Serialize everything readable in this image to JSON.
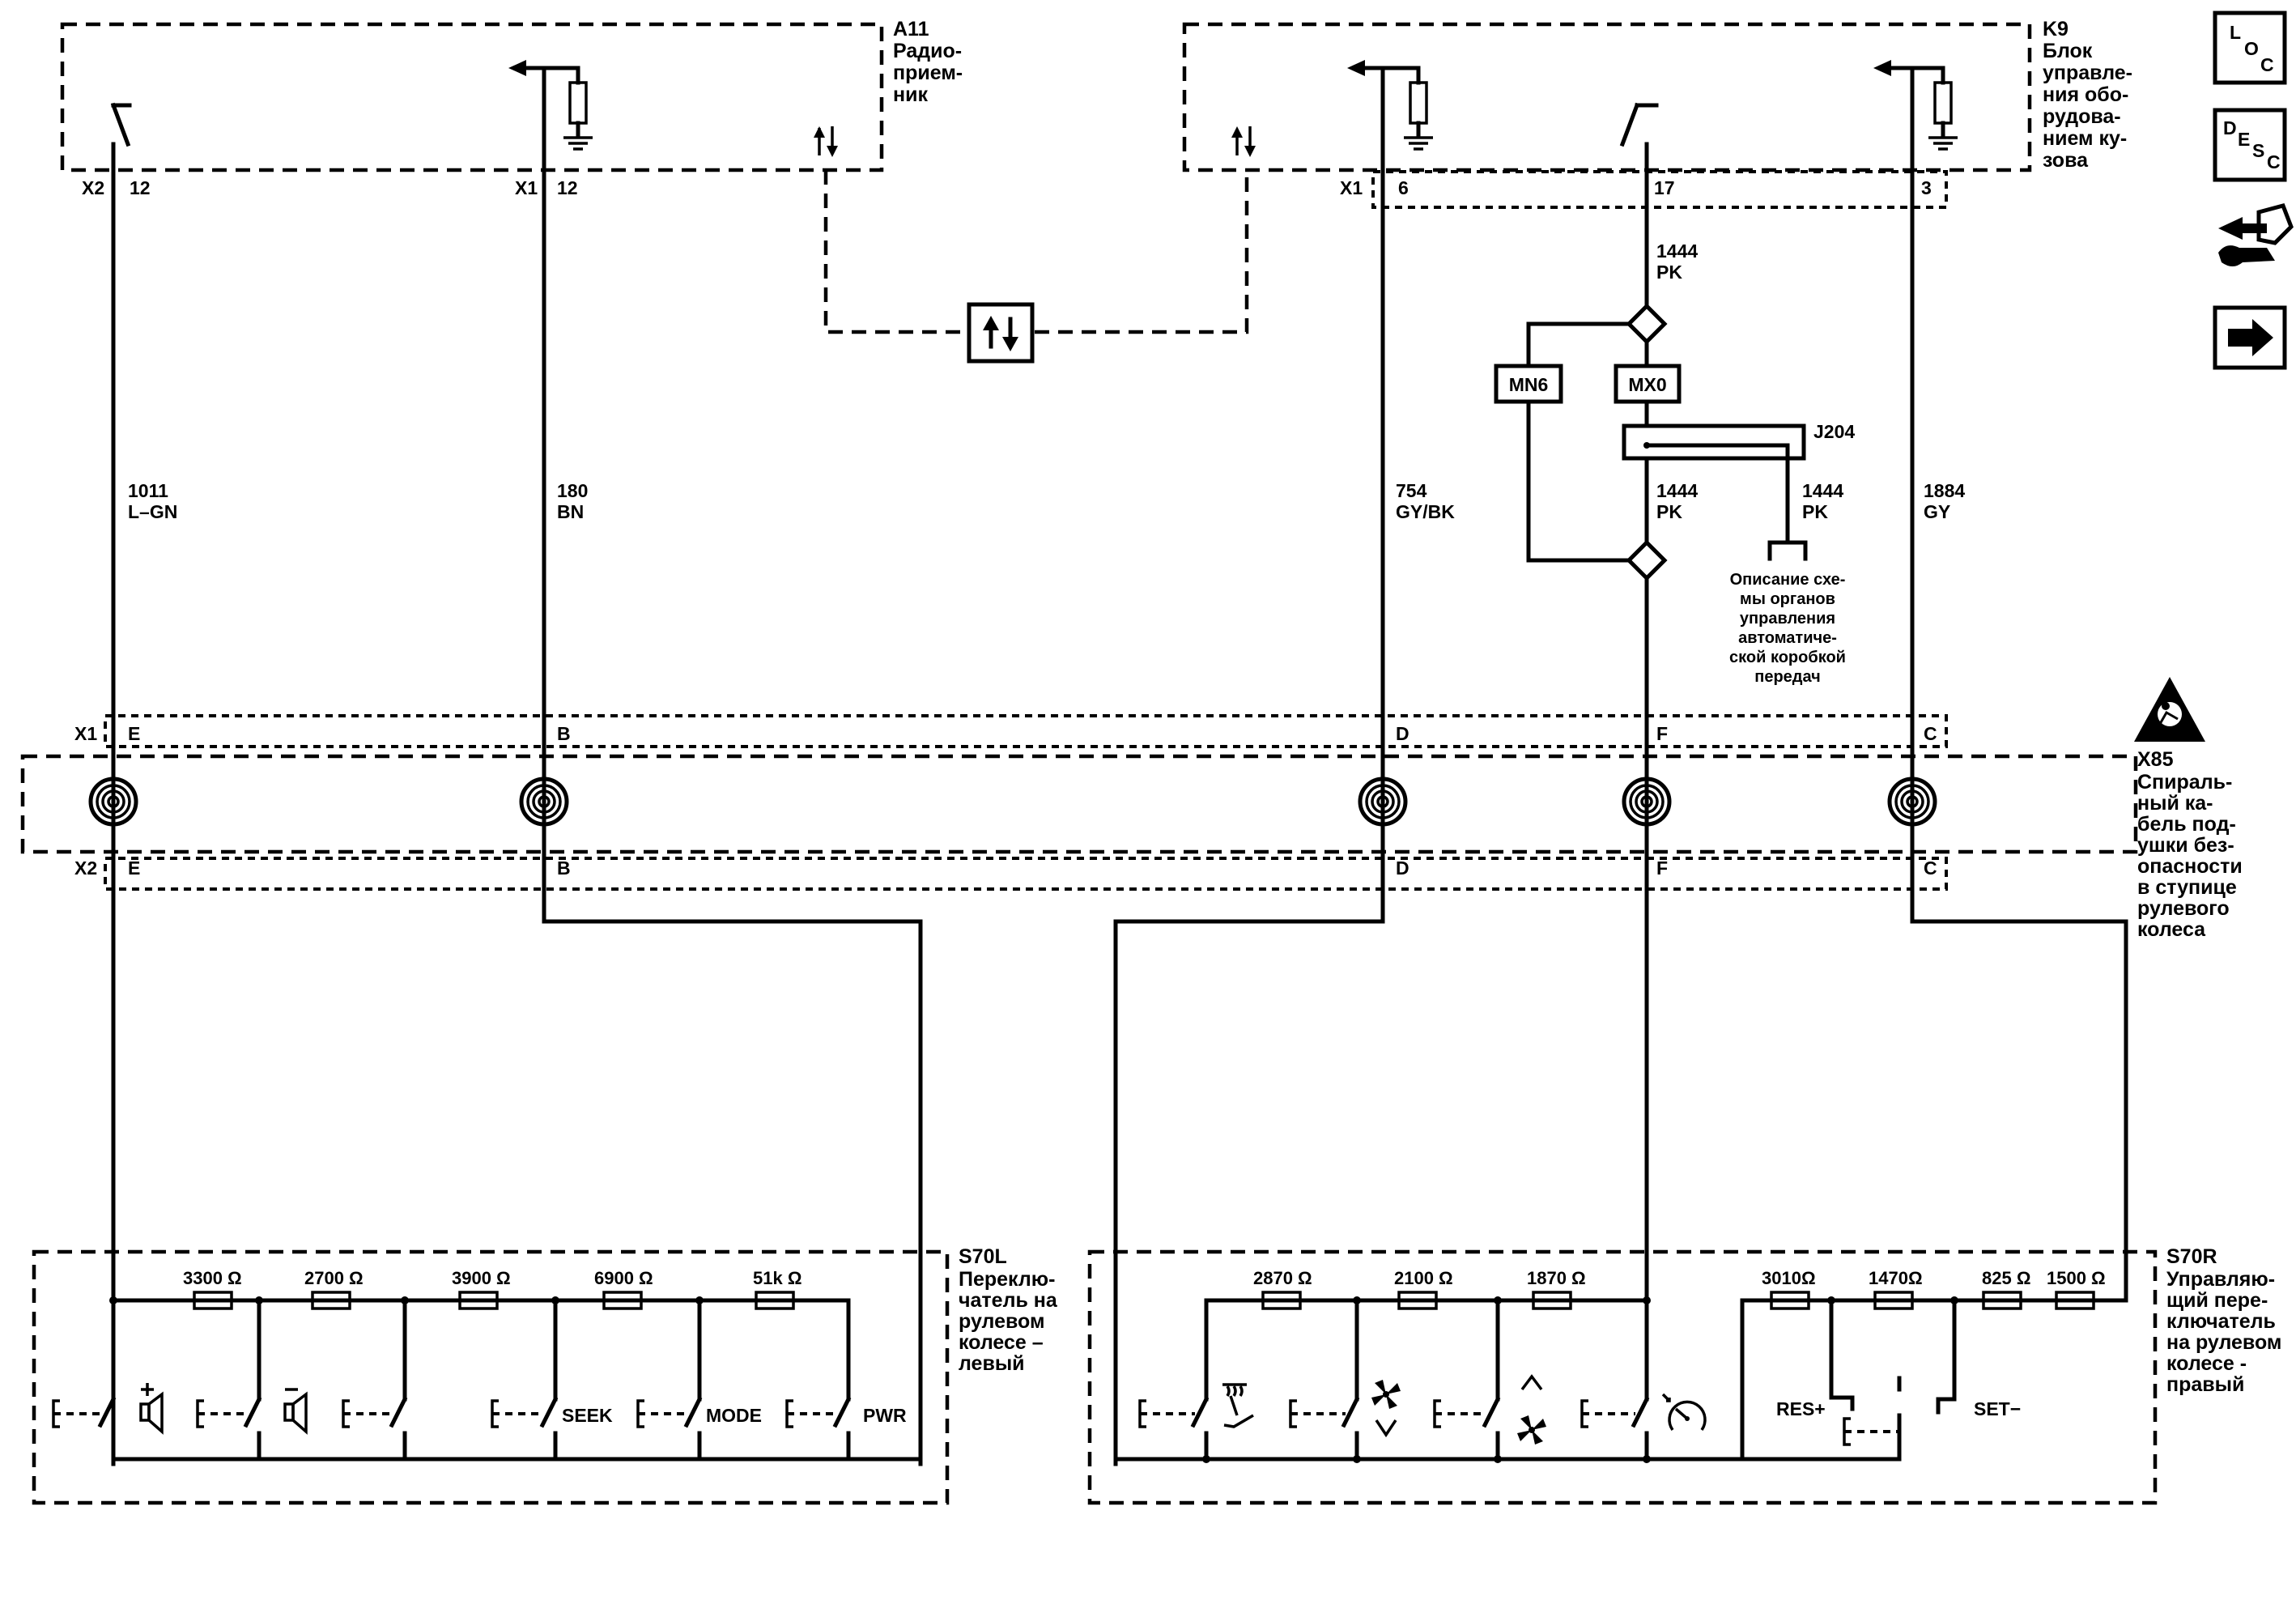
{
  "modules": {
    "a11": {
      "id": "A11",
      "name_lines": [
        "Радио-",
        "прием-",
        "ник"
      ],
      "pin_left_conn": "X2",
      "pin_left_num": "12",
      "pin_mid_conn": "X1",
      "pin_mid_num": "12"
    },
    "k9": {
      "id": "K9",
      "name_lines": [
        "Блок",
        "управле-",
        "ния обо-",
        "рудова-",
        "нием ку-",
        "зова"
      ],
      "conn": "X1",
      "pins": [
        "6",
        "17",
        "3"
      ]
    }
  },
  "wires": {
    "w1011": {
      "circuit": "1011",
      "color": "L–GN"
    },
    "w180": {
      "circuit": "180",
      "color": "BN"
    },
    "w754": {
      "circuit": "754",
      "color": "GY/BK"
    },
    "w1444_top": {
      "circuit": "1444",
      "color": "PK"
    },
    "w1444_mid": {
      "circuit": "1444",
      "color": "PK"
    },
    "w1444_side": {
      "circuit": "1444",
      "color": "PK"
    },
    "w1884": {
      "circuit": "1884",
      "color": "GY"
    }
  },
  "options": {
    "mn6": "MN6",
    "mx0": "MX0"
  },
  "splice": {
    "j204": "J204"
  },
  "ref_note_lines": [
    "Описание схе-",
    "мы органов",
    "управления",
    "автоматиче-",
    "ской коробкой",
    "передач"
  ],
  "clockspring": {
    "id": "X85",
    "name_lines": [
      "Спираль-",
      "ный ка-",
      "бель под-",
      "ушки без-",
      "опасности",
      "в ступице",
      "рулевого",
      "колеса"
    ],
    "x1": "X1",
    "x2": "X2",
    "pins": [
      "E",
      "B",
      "D",
      "F",
      "C"
    ]
  },
  "s70l": {
    "id": "S70L",
    "name_lines": [
      "Переклю-",
      "чатель на",
      "рулевом",
      "колесе –",
      "левый"
    ],
    "resistors": [
      "3300 Ω",
      "2700 Ω",
      "3900 Ω",
      "6900 Ω",
      "51k Ω"
    ],
    "buttons": [
      "SEEK",
      "MODE",
      "PWR"
    ]
  },
  "s70r": {
    "id": "S70R",
    "name_lines": [
      "Управляю-",
      "щий пере-",
      "ключатель",
      "на рулевом",
      "колесе -",
      "правый"
    ],
    "resistors_a": [
      "2870 Ω",
      "2100 Ω",
      "1870 Ω"
    ],
    "resistors_b": [
      "3010Ω",
      "1470Ω",
      "825 Ω",
      "1500 Ω"
    ],
    "buttons": [
      "RES+",
      "SET−"
    ]
  },
  "icons": {
    "loc": [
      "L",
      "O",
      "C"
    ],
    "desc": [
      "D",
      "E",
      "S",
      "C"
    ]
  }
}
